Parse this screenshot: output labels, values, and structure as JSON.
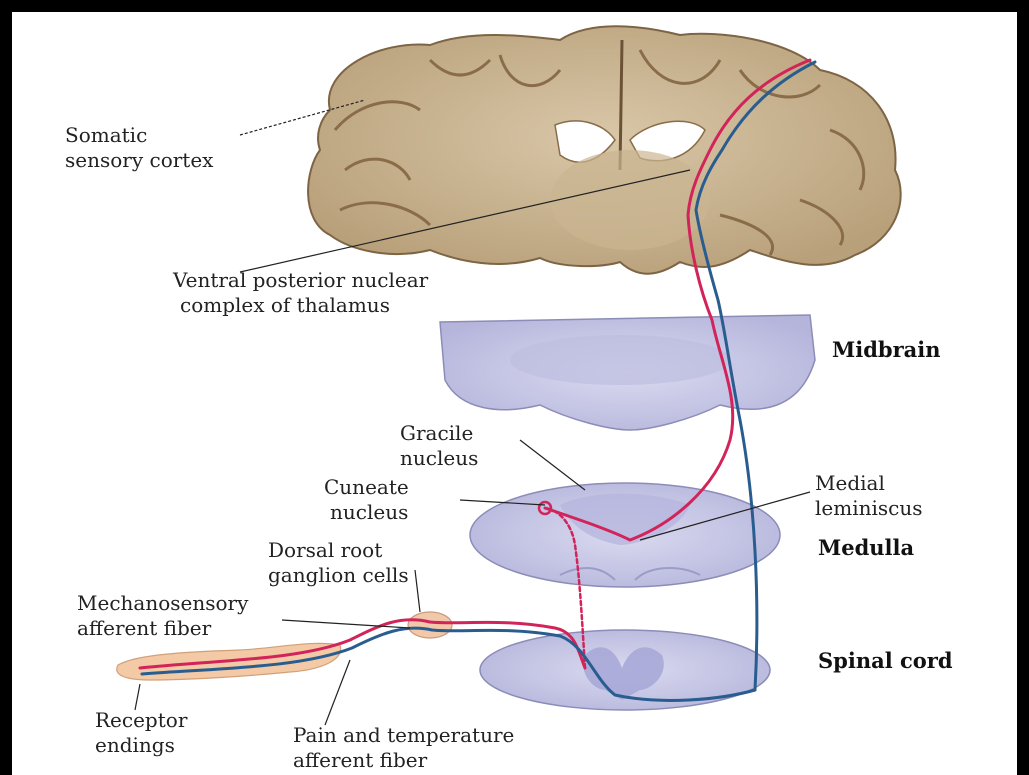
{
  "labels": {
    "somatic_cortex": [
      "Somatic",
      "sensory cortex"
    ],
    "thalamus": [
      "Ventral posterior nuclear",
      "complex of thalamus"
    ],
    "gracile": [
      "Gracile",
      "nucleus"
    ],
    "cuneate": [
      "Cuneate",
      "nucleus"
    ],
    "medial_lemniscus": [
      "Medial",
      "leminiscus"
    ],
    "drg": [
      "Dorsal root",
      "ganglion cells"
    ],
    "mechano": [
      "Mechanosensory",
      "afferent fiber"
    ],
    "receptor": [
      "Receptor",
      "endings"
    ],
    "pain": [
      "Pain and temperature",
      "afferent fiber"
    ]
  },
  "levels": {
    "midbrain": "Midbrain",
    "medulla": "Medulla",
    "spinal_cord": "Spinal cord"
  },
  "colors": {
    "frame": "#000000",
    "tissue_brain": "#d9c8ad",
    "tissue_section": "#c9c9e6",
    "mechano_pathway": "#d2245a",
    "pain_pathway": "#2a5d8f"
  }
}
